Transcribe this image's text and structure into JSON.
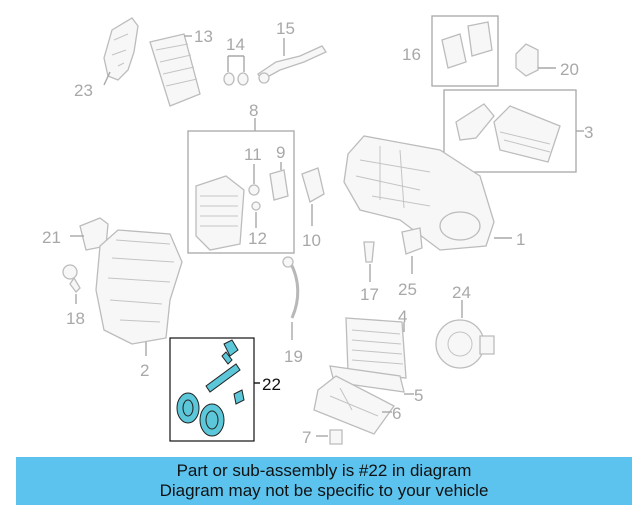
{
  "callouts": [
    {
      "id": "1",
      "text": "1"
    },
    {
      "id": "2",
      "text": "2"
    },
    {
      "id": "3",
      "text": "3"
    },
    {
      "id": "4",
      "text": "4"
    },
    {
      "id": "5",
      "text": "5"
    },
    {
      "id": "6",
      "text": "6"
    },
    {
      "id": "7",
      "text": "7"
    },
    {
      "id": "8",
      "text": "8"
    },
    {
      "id": "9",
      "text": "9"
    },
    {
      "id": "10",
      "text": "10"
    },
    {
      "id": "11",
      "text": "11"
    },
    {
      "id": "12",
      "text": "12"
    },
    {
      "id": "13",
      "text": "13"
    },
    {
      "id": "14",
      "text": "14"
    },
    {
      "id": "15",
      "text": "15"
    },
    {
      "id": "16",
      "text": "16"
    },
    {
      "id": "17",
      "text": "17"
    },
    {
      "id": "18",
      "text": "18"
    },
    {
      "id": "19",
      "text": "19"
    },
    {
      "id": "20",
      "text": "20"
    },
    {
      "id": "21",
      "text": "21"
    },
    {
      "id": "22",
      "text": "22"
    },
    {
      "id": "23",
      "text": "23"
    },
    {
      "id": "24",
      "text": "24"
    },
    {
      "id": "25",
      "text": "25"
    }
  ],
  "highlighted_part": "22",
  "highlight_color": "#5bc7d9",
  "banner": {
    "background": "#5bc3ee",
    "line1": "Part or sub-assembly is #22 in diagram",
    "line2": "Diagram may not be specific to your vehicle"
  }
}
